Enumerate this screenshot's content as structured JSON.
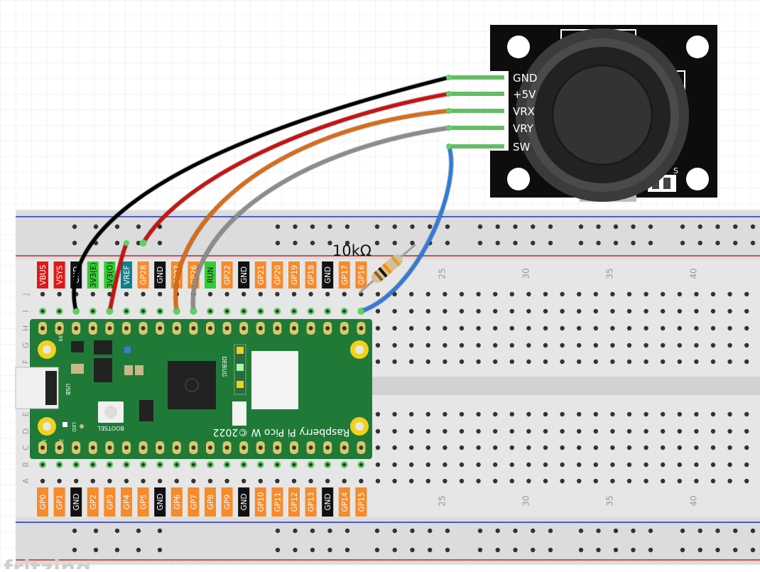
{
  "pico": {
    "top_pins": [
      "VBUS",
      "VSYS",
      "GND",
      "3V3(E)",
      "3V3(O)",
      "VREF",
      "GP28",
      "GND",
      "GP27",
      "GP26",
      "RUN",
      "GP22",
      "GND",
      "GP21",
      "GP20",
      "GP19",
      "GP18",
      "GND",
      "GP17",
      "GP16"
    ],
    "bottom_pins": [
      "GP0",
      "GP1",
      "GND",
      "GP2",
      "GP3",
      "GP4",
      "GP5",
      "GND",
      "GP6",
      "GP7",
      "GP8",
      "GP9",
      "GND",
      "GP10",
      "GP11",
      "GP12",
      "GP13",
      "GND",
      "GP14",
      "GP15"
    ],
    "board_text": "Raspberry Pi Pico W ©2022",
    "debug_label": "DEBUG",
    "usb_label": "USB",
    "led_label": "LED",
    "bootsel_label": "BOOTSEL",
    "pin_num_top_left": "39",
    "pin_num_bottom_left": "1",
    "pin_num_bottom_second": "2"
  },
  "breadboard": {
    "row_letters_top": [
      "J",
      "I",
      "H",
      "G",
      "F"
    ],
    "row_letters_bottom": [
      "E",
      "D",
      "C",
      "B",
      "A"
    ],
    "column_numbers": [
      "25",
      "30",
      "35",
      "40"
    ]
  },
  "resistor": {
    "label": "10kΩ"
  },
  "joystick": {
    "pin_labels": [
      "GND",
      "+5V",
      "VRX",
      "VRY",
      "SW"
    ],
    "extra_label": "S"
  },
  "colors": {
    "gnd": "#000000",
    "vcc": "#cc1111",
    "vrx": "#e06a10",
    "vry": "#8c8c8c",
    "sw": "#2f7be0",
    "pin_orange": "#f68b2b",
    "pin_red": "#e01818",
    "pin_green": "#33cc33",
    "pin_teal": "#117f8a",
    "pico_board": "#1f7a37"
  }
}
